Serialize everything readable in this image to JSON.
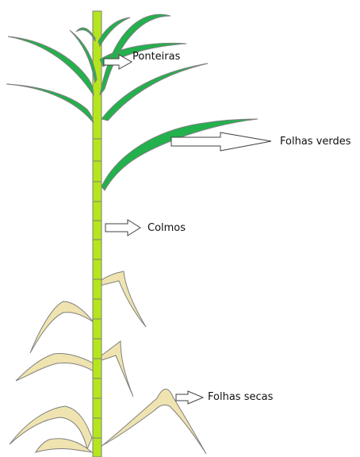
{
  "labels": {
    "ponteiras": "Ponteiras",
    "folhas_verdes": "Folhas verdes",
    "colmos": "Colmos",
    "folhas_secas": "Folhas secas"
  },
  "colors": {
    "stem": "#b5e61d",
    "green_leaf": "#22b14c",
    "dry_leaf": "#efe4b0",
    "outline": "#7f7f7f"
  }
}
